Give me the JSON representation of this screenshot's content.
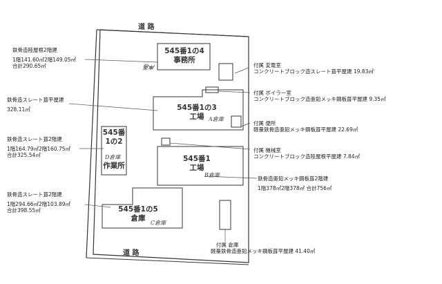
{
  "roads": {
    "top": "道 路",
    "bottom": "道 路"
  },
  "buildings": {
    "b14": {
      "lot": "545番1の4",
      "use": "事務所",
      "note": "東本"
    },
    "b13": {
      "lot": "545番1の3",
      "use": "工場",
      "note": "A倉庫"
    },
    "b12": {
      "lot_a": "545番",
      "lot_b": "1の2",
      "use": "作業所",
      "note": "D倉庫"
    },
    "b1": {
      "lot": "545番1",
      "use": "工場",
      "note": "B倉庫"
    },
    "b15": {
      "lot": "545番1の5",
      "use": "倉庫",
      "note": "C倉庫"
    }
  },
  "left_labels": {
    "b14": {
      "line1": "鉄骨造陸屋根2階建",
      "line2": "1階141.60㎡2階149.05㎡",
      "line3": "合計290.65㎡"
    },
    "b13": {
      "line1": "鉄骨造スレート葺平屋建",
      "line2": "328.11㎡"
    },
    "b12": {
      "line1": "鉄骨造スレート葺2階建",
      "line2": "1階164.79㎡2階160.75㎡",
      "line3": "合計325.54㎡"
    },
    "b15": {
      "line1": "鉄骨造スレート葺2階建",
      "line2": "1階294.66㎡2階103.89㎡",
      "line3": "合計398.55㎡"
    }
  },
  "right_labels": {
    "substation": {
      "line1": "付属 変電室",
      "line2": "コンクリートブロック造スレート葺平屋建 19.83㎡"
    },
    "boiler": {
      "line1": "付属 ボイラー室",
      "line2": "コンクリートブロック造亜鉛メッキ鋼板葺平屋建 9.35㎡"
    },
    "toilet": {
      "line1": "付属 便所",
      "line2": "軽量鉄骨造亜鉛メッキ鋼板葺平屋建 22.69㎡"
    },
    "machine": {
      "line1": "付属 機械室",
      "line2": "コンクリートブロック造陸屋根平屋建 7.84㎡"
    },
    "b1": {
      "line1": "鉄骨造亜鉛メッキ鋼板葺2階建",
      "line2": "1階378㎡2階378㎡ 合計756㎡"
    },
    "warehouse": {
      "line1": "付属 倉庫",
      "line2": "軽量鉄骨造亜鉛メッキ鋼板葺平屋建 41.40㎡"
    }
  }
}
